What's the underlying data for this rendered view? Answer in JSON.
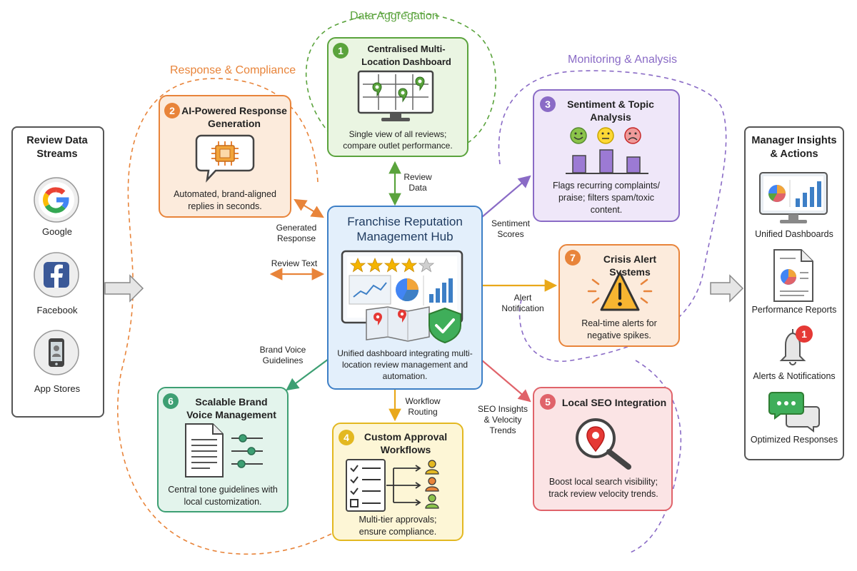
{
  "groups": {
    "data_aggregation": "Data Aggregation",
    "response_compliance": "Response & Compliance",
    "monitoring_analysis": "Monitoring & Analysis"
  },
  "left_panel": {
    "title": "Review Data Streams",
    "sources": [
      "Google",
      "Facebook",
      "App Stores"
    ]
  },
  "right_panel": {
    "title": "Manager Insights & Actions",
    "items": [
      "Unified Dashboards",
      "Performance Reports",
      "Alerts & Notifications",
      "Optimized Responses"
    ],
    "alert_count": "1"
  },
  "hub": {
    "title": "Franchise Reputation Management Hub",
    "description": "Unified dashboard integrating multi-location review management and automation."
  },
  "modules": {
    "dashboard": {
      "number": "1",
      "title": "Centralised Multi-Location Dashboard",
      "description": "Single view of all reviews; compare outlet performance."
    },
    "ai_response": {
      "number": "2",
      "title": "AI-Powered Response Generation",
      "description": "Automated, brand-aligned replies in seconds."
    },
    "sentiment": {
      "number": "3",
      "title": "Sentiment & Topic Analysis",
      "description": "Flags recurring complaints/ praise; filters spam/toxic content."
    },
    "approval": {
      "number": "4",
      "title": "Custom Approval Workflows",
      "description": "Multi-tier approvals; ensure compliance."
    },
    "seo": {
      "number": "5",
      "title": "Local SEO Integration",
      "description": "Boost local search visibility; track review velocity trends."
    },
    "brand_voice": {
      "number": "6",
      "title": "Scalable Brand Voice Management",
      "description": "Central tone guidelines with local customization."
    },
    "crisis": {
      "number": "7",
      "title": "Crisis Alert Systems",
      "description": "Real-time alerts for negative spikes."
    }
  },
  "connectors": {
    "review_data": "Review Data",
    "generated_response": "Generated Response",
    "review_text": "Review Text",
    "sentiment_scores": "Sentiment Scores",
    "alert_notification": "Alert Notification",
    "brand_voice_guidelines": "Brand Voice Guidelines",
    "workflow_routing": "Workflow Routing",
    "seo_insights": "SEO Insights & Velocity Trends"
  },
  "colors": {
    "green": "#5aa33c",
    "orange": "#e8843a",
    "purple": "#8a6bc6",
    "blue": "#3d7fc6",
    "yellow": "#e3b821",
    "red": "#e0636a",
    "teal": "#3d9f73",
    "gray": "#555555"
  }
}
